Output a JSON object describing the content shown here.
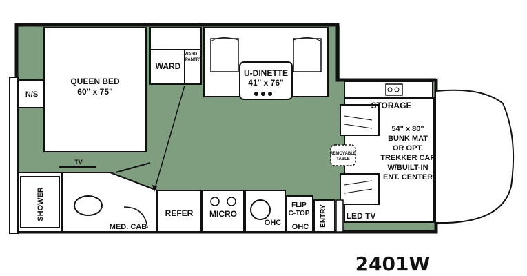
{
  "model": "2401W",
  "rooms": {
    "ns": "N/S",
    "queen_bed_line1": "QUEEN BED",
    "queen_bed_line2": "60\" x 75\"",
    "ward": "WARD",
    "ward_pantry_line1": "WARD",
    "ward_pantry_line2": "/PANTRY",
    "dinette_line1": "U-DINETTE",
    "dinette_line2": "41\" x 76\"",
    "storage": "STORAGE",
    "bunk_line1": "54\" x 80\"",
    "bunk_line2": "BUNK MAT",
    "bunk_line3": "OR OPT.",
    "bunk_line4": "TREKKER CAP",
    "bunk_line5": "W/BUILT-IN",
    "bunk_line6": "ENT. CENTER",
    "removable_line1": "REMOVABLE",
    "removable_line2": "TABLE",
    "tv": "TV",
    "shower": "SHOWER",
    "med_cab": "MED. CAB",
    "refer": "REFER",
    "micro": "MICRO",
    "ohc1": "OHC",
    "flip_line1": "FLIP",
    "flip_line2": "C-TOP",
    "ohc2": "OHC",
    "entry": "ENTRY",
    "led_tv": "LED TV"
  },
  "colors": {
    "floor": "#7f9e7f",
    "wall": "#111111",
    "white": "#ffffff"
  }
}
